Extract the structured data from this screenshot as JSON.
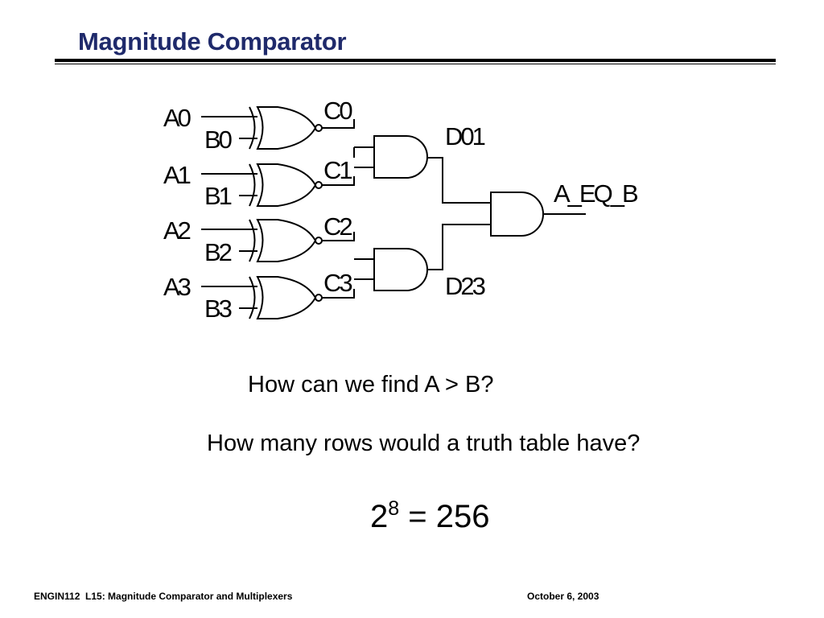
{
  "slide": {
    "title": "Magnitude Comparator",
    "question1": "How can we find A > B?",
    "question2": "How many rows would a truth table have?",
    "formula_base": "2",
    "formula_exp": "8",
    "formula_rest": " = 256"
  },
  "circuit": {
    "inputs_a": [
      "A0",
      "A1",
      "A2",
      "A3"
    ],
    "inputs_b": [
      "B0",
      "B1",
      "B2",
      "B3"
    ],
    "xnor_outputs": [
      "C0",
      "C1",
      "C2",
      "C3"
    ],
    "and_outputs": [
      "D01",
      "D23"
    ],
    "final_output": "A_EQ_B"
  },
  "footer": {
    "left": "ENGIN112  L15: Magnitude Comparator and Multiplexers",
    "right": "October 6, 2003"
  }
}
